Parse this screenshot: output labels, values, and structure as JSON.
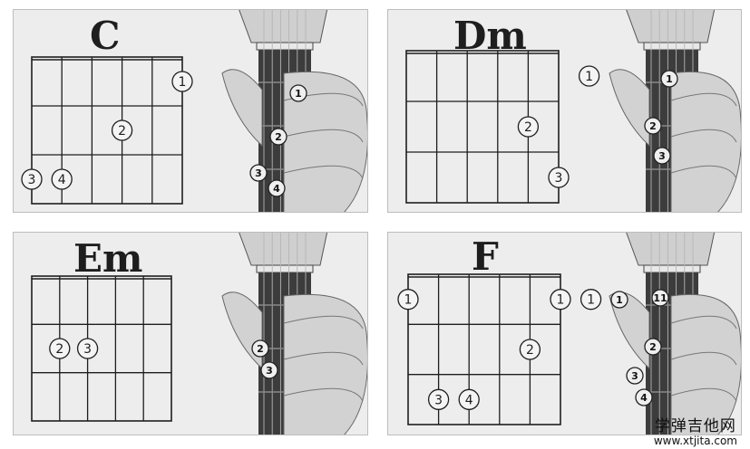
{
  "chords": [
    {
      "name": "C",
      "fingers": [
        {
          "label": "1",
          "string": 5,
          "fret": 1
        },
        {
          "label": "2",
          "string": 3,
          "fret": 2
        },
        {
          "label": "3",
          "string": 0,
          "fret": 3
        },
        {
          "label": "4",
          "string": 1,
          "fret": 3
        }
      ],
      "photo_dots": [
        "1",
        "2",
        "3",
        "4"
      ]
    },
    {
      "name": "Dm",
      "fingers": [
        {
          "label": "1",
          "string": 6,
          "fret": 1
        },
        {
          "label": "2",
          "string": 4,
          "fret": 2
        },
        {
          "label": "3",
          "string": 5,
          "fret": 3
        }
      ],
      "photo_dots": [
        "1",
        "2",
        "3"
      ]
    },
    {
      "name": "Em",
      "fingers": [
        {
          "label": "2",
          "string": 1,
          "fret": 2
        },
        {
          "label": "3",
          "string": 2,
          "fret": 2
        }
      ],
      "photo_dots": [
        "2",
        "3"
      ]
    },
    {
      "name": "F",
      "fingers": [
        {
          "label": "1",
          "string": 0,
          "fret": 1
        },
        {
          "label": "1",
          "string": 5,
          "fret": 1
        },
        {
          "label": "1",
          "string": 6,
          "fret": 1
        },
        {
          "label": "2",
          "string": 4,
          "fret": 2
        },
        {
          "label": "3",
          "string": 1,
          "fret": 3
        },
        {
          "label": "4",
          "string": 2,
          "fret": 3
        }
      ],
      "photo_dots": [
        "1",
        "11",
        "2",
        "3",
        "4"
      ]
    }
  ],
  "watermark": {
    "title": "学弹吉他网",
    "url": "www.xtjita.com"
  },
  "colors": {
    "panel_bg": "#ededed",
    "ink": "#1e1e1e",
    "skin": "#d2d2d2",
    "neck": "#3c3c3c"
  }
}
